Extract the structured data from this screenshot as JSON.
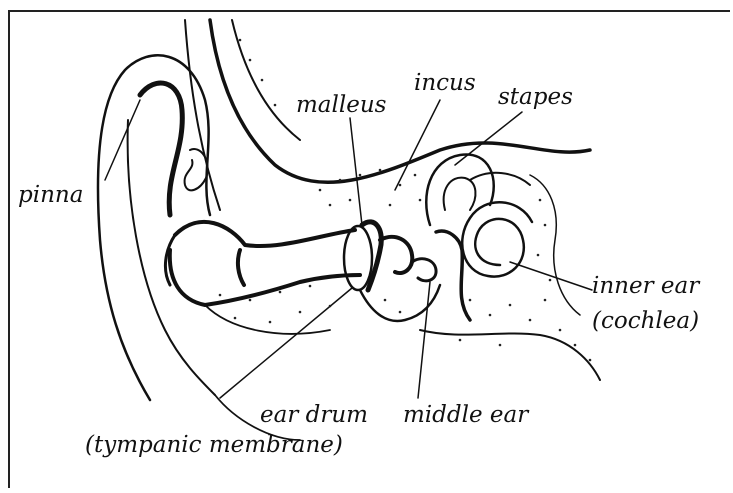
{
  "labels": {
    "pinna": "pinna",
    "malleus": "malleus",
    "incus": "incus",
    "stapes": "stapes",
    "inner_ear_line1": "inner ear",
    "inner_ear_line2": "(cochlea)",
    "ear_drum": "ear drum",
    "tympanic_membrane": "(tympanic membrane)",
    "middle_ear": "middle ear"
  },
  "colors": {
    "ink": "#111111",
    "background": "#ffffff"
  }
}
